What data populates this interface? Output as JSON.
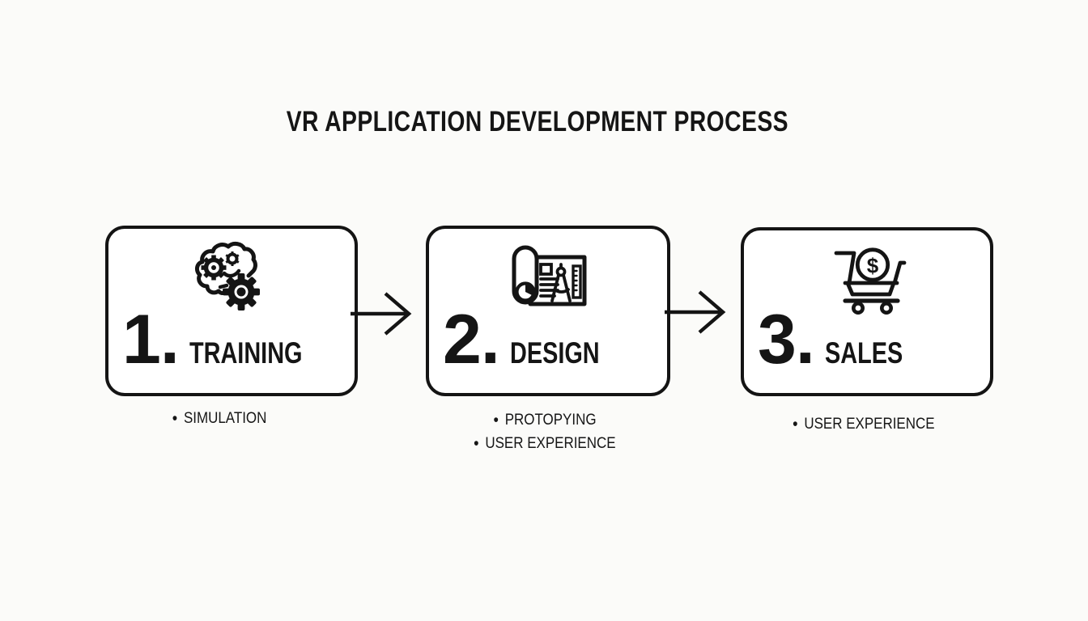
{
  "title": "VR APPLICATION DEVELOPMENT PROCESS",
  "bullet_glyph": "•",
  "currency_symbol": "$",
  "steps": [
    {
      "number": "1.",
      "label": "TRAINING",
      "icon": "brain-gears-icon",
      "bullets": [
        "SIMULATION"
      ]
    },
    {
      "number": "2.",
      "label": "DESIGN",
      "icon": "blueprint-compass-icon",
      "bullets": [
        "PROTOPYING",
        "USER EXPERIENCE"
      ]
    },
    {
      "number": "3.",
      "label": "SALES",
      "icon": "cart-dollar-icon",
      "bullets": [
        "USER EXPERIENCE"
      ]
    }
  ],
  "connectors": [
    "arrow-right-icon",
    "arrow-right-icon"
  ],
  "colors": {
    "ink": "#141414",
    "background": "#fbfbf9",
    "card": "#ffffff"
  }
}
